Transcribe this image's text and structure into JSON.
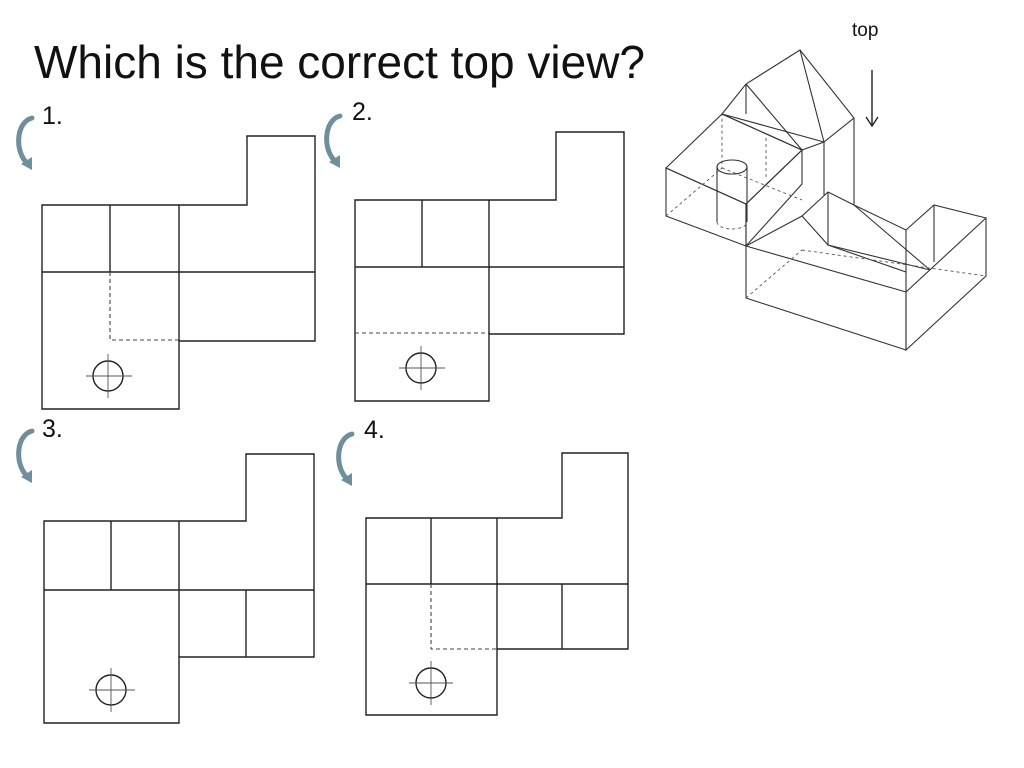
{
  "title": "Which is the correct top view?",
  "top_label": "top",
  "options": [
    {
      "number": "1.",
      "rotate_icon": "rotate-arrow-icon"
    },
    {
      "number": "2.",
      "rotate_icon": "rotate-arrow-icon"
    },
    {
      "number": "3.",
      "rotate_icon": "rotate-arrow-icon"
    },
    {
      "number": "4.",
      "rotate_icon": "rotate-arrow-icon"
    }
  ],
  "colors": {
    "line": "#222222",
    "rotate_icon": "#6f8f9c"
  }
}
